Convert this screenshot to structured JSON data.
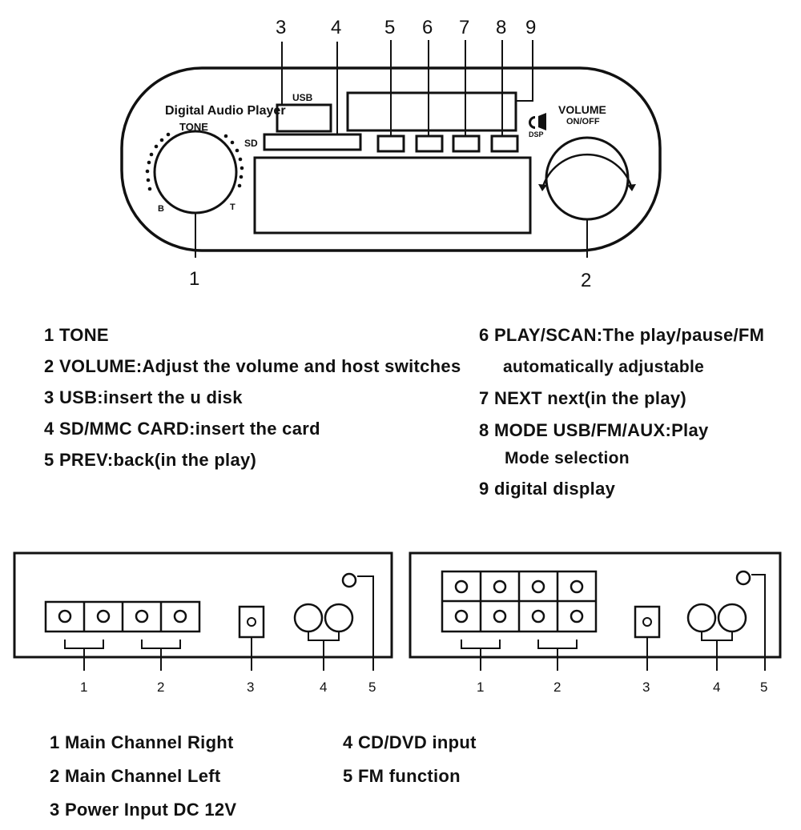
{
  "front_panel": {
    "labels": {
      "player": "Digital Audio Player",
      "tone": "TONE",
      "b": "B",
      "t": "T",
      "sd": "SD",
      "usb": "USB",
      "volume": "VOLUME",
      "on_off": "ON/OFF",
      "dsp": "DSP"
    },
    "callouts": [
      "1",
      "2",
      "3",
      "4",
      "5",
      "6",
      "7",
      "8",
      "9"
    ]
  },
  "front_legend": {
    "left": [
      "1 TONE",
      "2 VOLUME:Adjust the volume and host switches",
      "3 USB:insert the u disk",
      "4 SD/MMC CARD:insert the card",
      "5 PREV:back(in the play)"
    ],
    "right": [
      "6 PLAY/SCAN:The play/pause/FM",
      "automatically adjustable",
      "7 NEXT next(in the play)",
      "8 MODE USB/FM/AUX:Play",
      "Mode selection",
      "9 digital display"
    ]
  },
  "rear_panels": {
    "callouts": [
      "1",
      "2",
      "3",
      "4",
      "5"
    ]
  },
  "rear_legend": {
    "left": [
      "1 Main Channel Right",
      "2 Main Channel Left",
      "3 Power Input DC 12V"
    ],
    "right": [
      "4 CD/DVD input",
      "5 FM function"
    ]
  }
}
